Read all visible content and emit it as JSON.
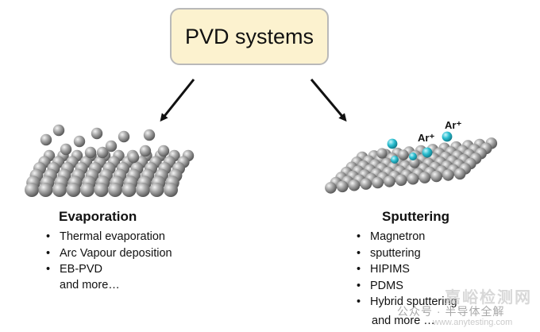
{
  "title": "PVD systems",
  "ions": {
    "label1": "Ar⁺",
    "label2": "Ar⁺"
  },
  "evaporation": {
    "heading": "Evaporation",
    "items": [
      "Thermal evaporation",
      "Arc Vapour deposition",
      "EB-PVD"
    ],
    "more": "and more…"
  },
  "sputtering": {
    "heading": "Sputtering",
    "items": [
      "Magnetron",
      "sputtering",
      "HIPIMS",
      "PDMS",
      "Hybrid sputtering"
    ],
    "more": "and more …"
  },
  "watermark": {
    "brand": "嘉峪检测网",
    "account": "公众号 · 半导体全解",
    "url": "www.anytesting.com"
  },
  "colors": {
    "atom": "#9e9e9e",
    "ion": "#2bbfd1",
    "box_fill": "#fcf2cf"
  }
}
